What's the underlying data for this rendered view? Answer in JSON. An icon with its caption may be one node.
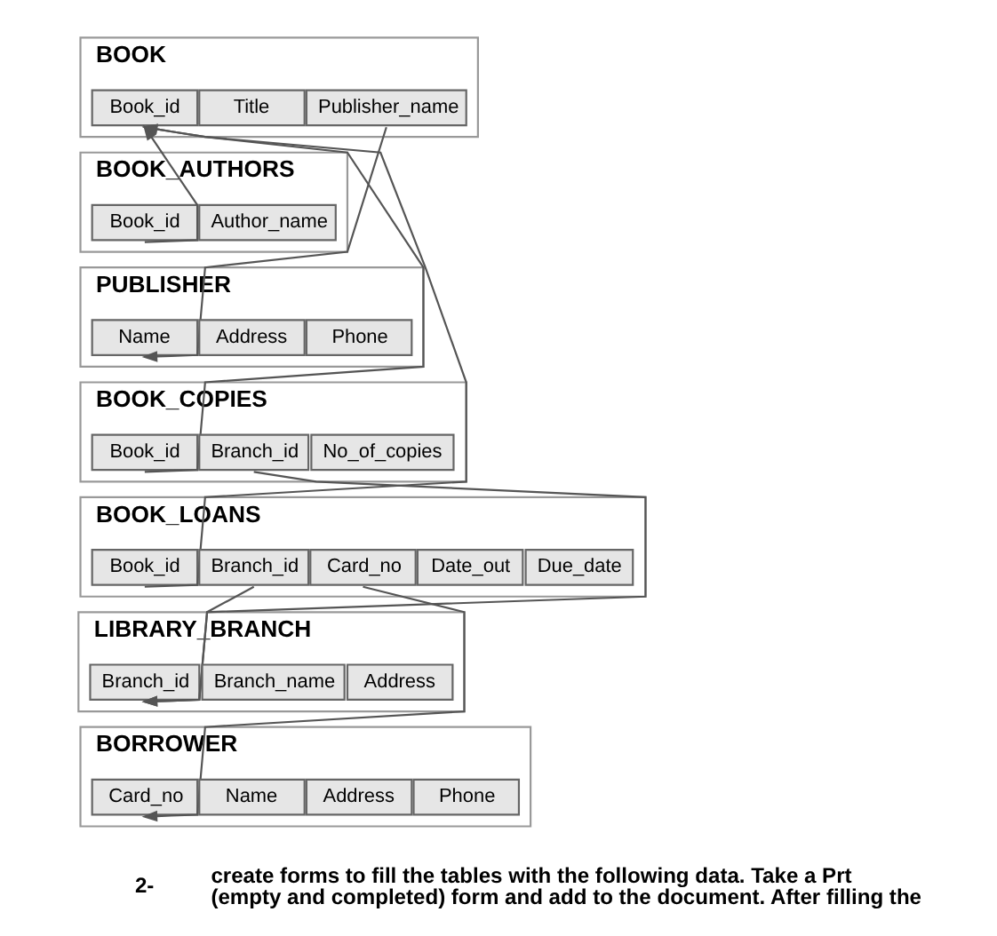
{
  "diagram": {
    "nodes": [
      {
        "text": [
          "BOOK"
        ]
      },
      {
        "text": [
          "Book_id"
        ],
        "in": 0
      },
      {
        "text": [
          "Title"
        ],
        "in": 0
      },
      {
        "text": [
          "Publisher_name"
        ],
        "in": 0
      },
      {
        "text": [
          "BOOK_AUTHORS"
        ]
      },
      {
        "text": [
          "Book_id"
        ],
        "in": 4
      },
      {
        "text": [
          "Author_name"
        ],
        "in": 4
      },
      {
        "text": [
          "PUBLISHER"
        ]
      },
      {
        "text": [
          "Name"
        ],
        "in": 7
      },
      {
        "text": [
          "Address"
        ],
        "in": 7
      },
      {
        "text": [
          "Phone"
        ],
        "in": 7
      },
      {
        "text": [
          "BOOK_COPIES"
        ]
      },
      {
        "text": [
          "Book_id"
        ],
        "in": 11
      },
      {
        "text": [
          "Branch_id"
        ],
        "in": 11
      },
      {
        "text": [
          "No_of_copies"
        ],
        "in": 11
      },
      {
        "text": [
          "BOOK_LOANS"
        ]
      },
      {
        "text": [
          "Book_id"
        ],
        "in": 15
      },
      {
        "text": [
          "Branch_id"
        ],
        "in": 15
      },
      {
        "text": [
          "Card_no"
        ],
        "in": 15
      },
      {
        "text": [
          "Date_out"
        ],
        "in": 15
      },
      {
        "text": [
          "Due_date"
        ],
        "in": 15
      },
      {
        "text": [
          "LIBRARY_BRANCH"
        ]
      },
      {
        "text": [
          "Branch_id"
        ],
        "in": 21
      },
      {
        "text": [
          "Branch_name"
        ],
        "in": 21
      },
      {
        "text": [
          "Address"
        ],
        "in": 21
      },
      {
        "text": [
          "BORROWER"
        ]
      },
      {
        "text": [
          "Card_no"
        ],
        "in": 25
      },
      {
        "text": [
          "Name"
        ],
        "in": 25
      },
      {
        "text": [
          "Address"
        ],
        "in": 25
      },
      {
        "text": [
          "Phone"
        ],
        "in": 25
      }
    ],
    "edges": [
      {
        "from": 5,
        "to": 1,
        "arrow": "to"
      },
      {
        "from": 12,
        "to": 1,
        "arrow": "to"
      },
      {
        "from": 16,
        "to": 1,
        "arrow": "to"
      },
      {
        "from": 3,
        "to": 8,
        "arrow": "to"
      },
      {
        "from": 13,
        "to": 22,
        "arrow": "to"
      },
      {
        "from": 17,
        "to": 22,
        "arrow": "to"
      },
      {
        "from": 18,
        "to": 26,
        "arrow": "to"
      }
    ],
    "labels": [
      "2-",
      "create forms to fill the tables with the following data. Take a Prt (empty and completed) form and add to the document. After filling the"
    ]
  }
}
